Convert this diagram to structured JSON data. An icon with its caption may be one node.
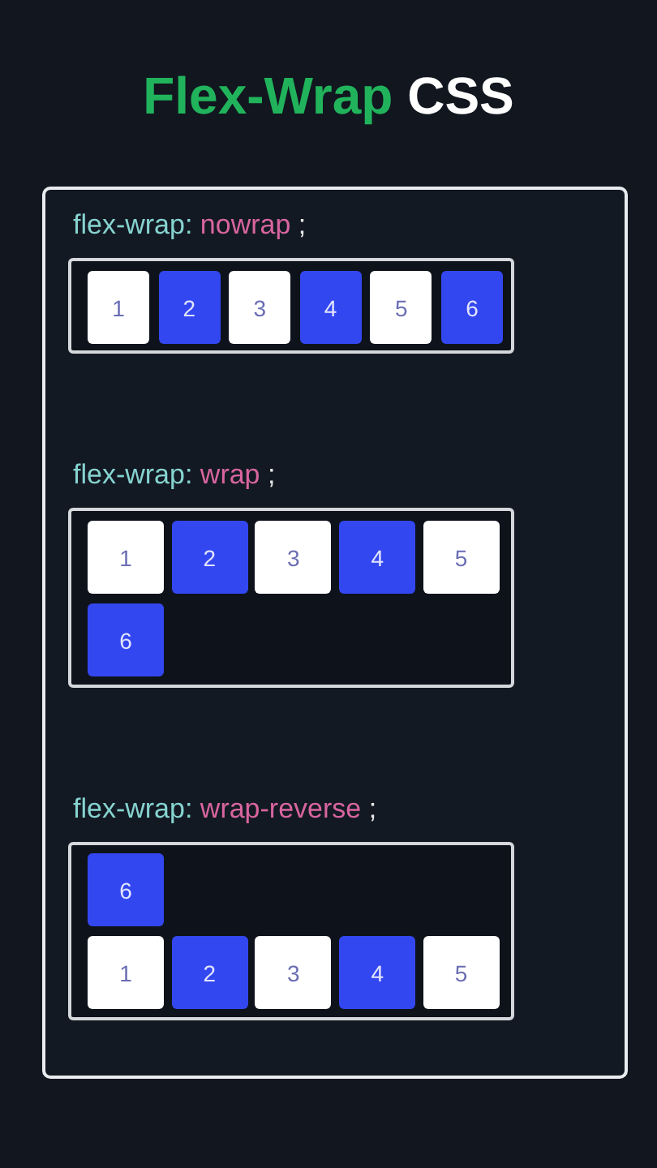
{
  "diagram": {
    "title": "Flex-Wrap CSS",
    "nodes": [
      {
        "text": [],
        "shape": "box"
      },
      {
        "text": [
          "flex-wrap: nowrap ;"
        ],
        "in": 0
      },
      {
        "text": [
          "1"
        ],
        "in": 1
      },
      {
        "text": [
          "2"
        ],
        "in": 1
      },
      {
        "text": [
          "3"
        ],
        "in": 1
      },
      {
        "text": [
          "4"
        ],
        "in": 1
      },
      {
        "text": [
          "5"
        ],
        "in": 1
      },
      {
        "text": [
          "6"
        ],
        "in": 1
      },
      {
        "text": [
          "flex-wrap: wrap ;"
        ],
        "in": 0
      },
      {
        "text": [
          "1"
        ],
        "in": 8
      },
      {
        "text": [
          "2"
        ],
        "in": 8
      },
      {
        "text": [
          "3"
        ],
        "in": 8
      },
      {
        "text": [
          "4"
        ],
        "in": 8
      },
      {
        "text": [
          "5"
        ],
        "in": 8
      },
      {
        "text": [
          "6"
        ],
        "in": 8
      },
      {
        "text": [
          "flex-wrap: wrap-reverse ;"
        ],
        "in": 0
      },
      {
        "text": [
          "6"
        ],
        "in": 15
      },
      {
        "text": [
          "1"
        ],
        "in": 15
      },
      {
        "text": [
          "2"
        ],
        "in": 15
      },
      {
        "text": [
          "3"
        ],
        "in": 15
      },
      {
        "text": [
          "4"
        ],
        "in": 15
      },
      {
        "text": [
          "5"
        ],
        "in": 15
      }
    ]
  }
}
